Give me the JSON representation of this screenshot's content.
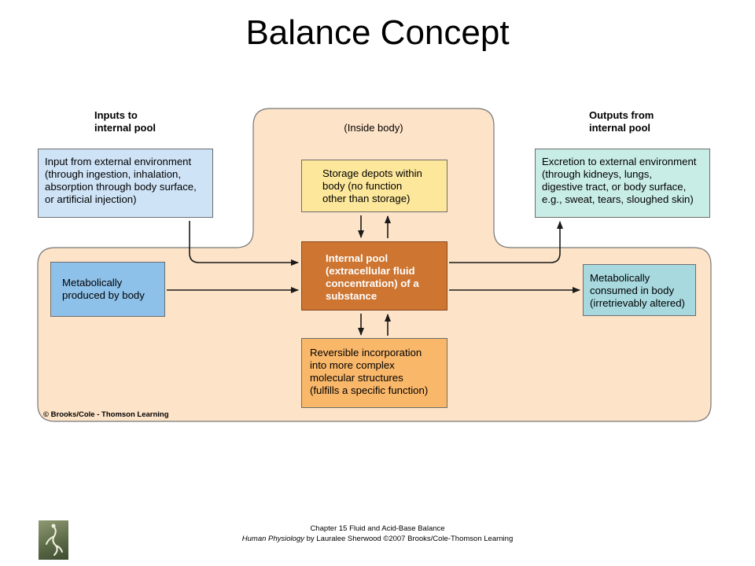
{
  "title": "Balance Concept",
  "labels": {
    "inputs_line1": "Inputs to",
    "inputs_line2": "internal pool",
    "outputs_line1": "Outputs from",
    "outputs_line2": "internal pool",
    "inside_body": "(Inside body)"
  },
  "boxes": {
    "input_external": [
      "Input from external environment",
      "(through ingestion, inhalation,",
      "absorption through body surface,",
      "or artificial injection)"
    ],
    "storage": [
      "Storage depots within",
      "body (no function",
      "other than storage)"
    ],
    "excretion": [
      "Excretion to external environment",
      "(through kidneys, lungs,",
      "digestive tract, or body surface,",
      "e.g., sweat, tears, sloughed skin)"
    ],
    "metabolically_produced": [
      "Metabolically",
      "produced by body"
    ],
    "internal_pool": [
      "Internal pool",
      "(extracellular fluid",
      "concentration) of a",
      "substance"
    ],
    "metabolically_consumed": [
      "Metabolically",
      "consumed in body",
      "(irretrievably altered)"
    ],
    "reversible": [
      "Reversible incorporation",
      "into more complex",
      "molecular structures",
      "(fulfills a specific function)"
    ]
  },
  "copyright": "© Brooks/Cole - Thomson Learning",
  "footer": {
    "line1": "Chapter 15 Fluid and Acid-Base Balance",
    "book_title": "Human Physiology",
    "line2_rest": " by Lauralee Sherwood ©2007 Brooks/Cole-Thomson Learning"
  },
  "colors": {
    "body_fill": "#fde3c8",
    "input_fill": "#cfe3f7",
    "storage_fill": "#fde79b",
    "excretion_fill": "#c8ece6",
    "produced_fill": "#8ec1ea",
    "pool_fill": "#cd7531",
    "consumed_fill": "#a7d9df",
    "reversible_fill": "#f9b76a"
  }
}
